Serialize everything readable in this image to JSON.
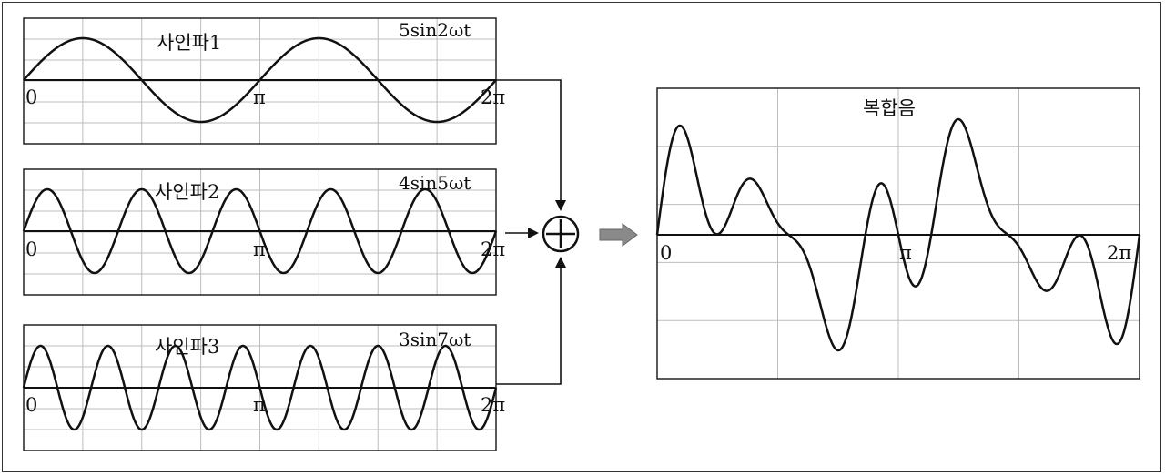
{
  "panels": [
    {
      "title": "사인파1",
      "formula": "5sin2ωt",
      "amplitude": 5,
      "frequency": 2,
      "tick_labels": [
        "0",
        "π",
        "2π"
      ]
    },
    {
      "title": "사인파2",
      "formula": "4sin5ωt",
      "amplitude": 4,
      "frequency": 5,
      "tick_labels": [
        "0",
        "π",
        "2π"
      ]
    },
    {
      "title": "사인파3",
      "formula": "3sin7ωt",
      "amplitude": 3,
      "frequency": 7,
      "tick_labels": [
        "0",
        "π",
        "2π"
      ]
    }
  ],
  "combined": {
    "title": "복합음",
    "tick_labels": [
      "0",
      "π",
      "2π"
    ],
    "components": [
      {
        "amplitude": 5,
        "frequency": 2
      },
      {
        "amplitude": 4,
        "frequency": 5
      },
      {
        "amplitude": 3,
        "frequency": 7
      }
    ]
  },
  "operator_symbol": "sum-operator",
  "arrow_icon": "arrow-right-icon",
  "colors": {
    "wave": "#111111",
    "grid": "#bdbdbd",
    "border": "#222222",
    "arrow": "#808080"
  }
}
